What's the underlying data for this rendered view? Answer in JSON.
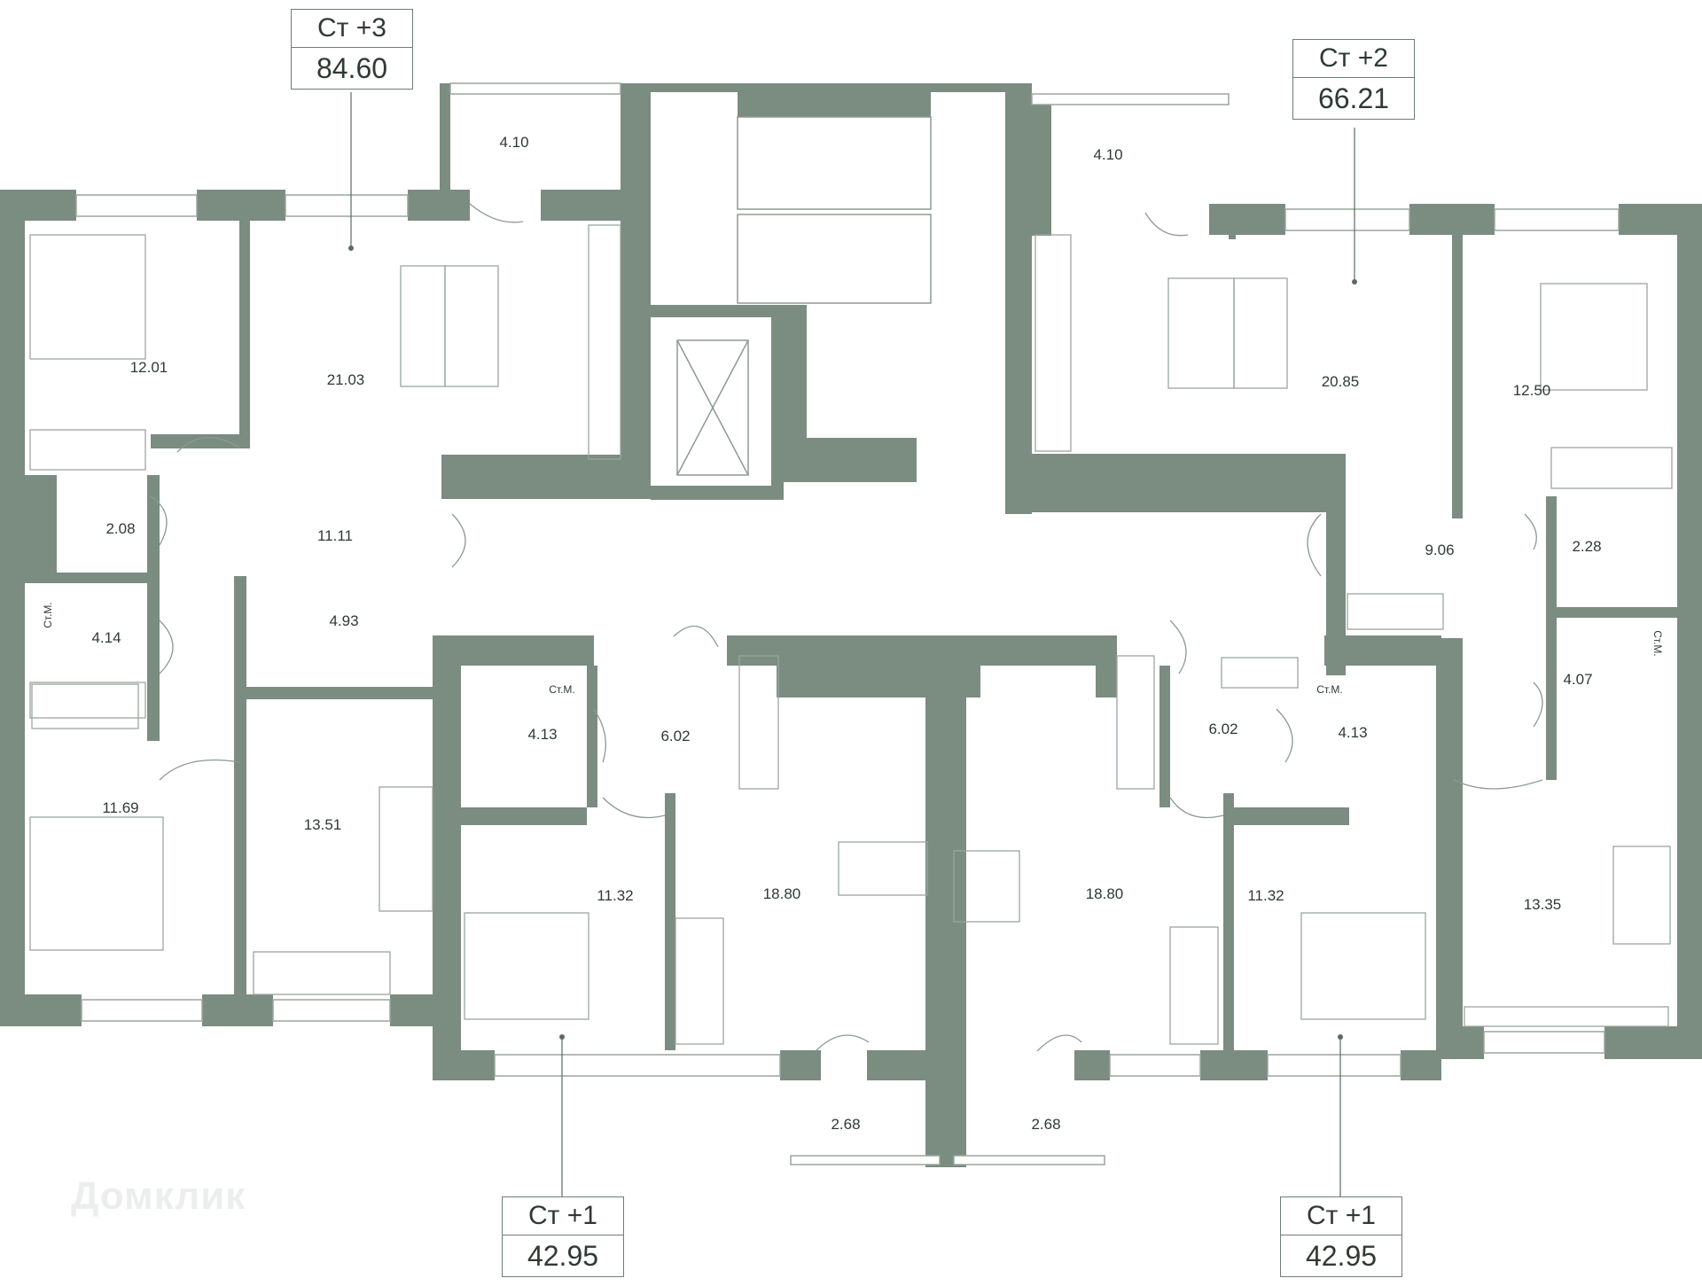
{
  "apartments": [
    {
      "id": "apt-left-top",
      "type": "Ст +3",
      "area": "84.60"
    },
    {
      "id": "apt-right-top",
      "type": "Ст +2",
      "area": "66.21"
    },
    {
      "id": "apt-bottom-left",
      "type": "Ст +1",
      "area": "42.95"
    },
    {
      "id": "apt-bottom-right",
      "type": "Ст +1",
      "area": "42.95"
    }
  ],
  "rooms": [
    "4.10",
    "12.01",
    "21.03",
    "2.08",
    "11.11",
    "4.14",
    "4.93",
    "11.69",
    "13.51",
    "4.10",
    "20.85",
    "12.50",
    "9.06",
    "2.28",
    "4.07",
    "13.35",
    "4.13",
    "6.02",
    "11.32",
    "18.80",
    "2.68",
    "18.80",
    "6.02",
    "4.13",
    "11.32",
    "2.68"
  ],
  "fixture_labels": {
    "washer": "Ст.М."
  },
  "watermark": "Домклик",
  "colors": {
    "wall": "#7b8c81",
    "text": "#2f3a33"
  }
}
